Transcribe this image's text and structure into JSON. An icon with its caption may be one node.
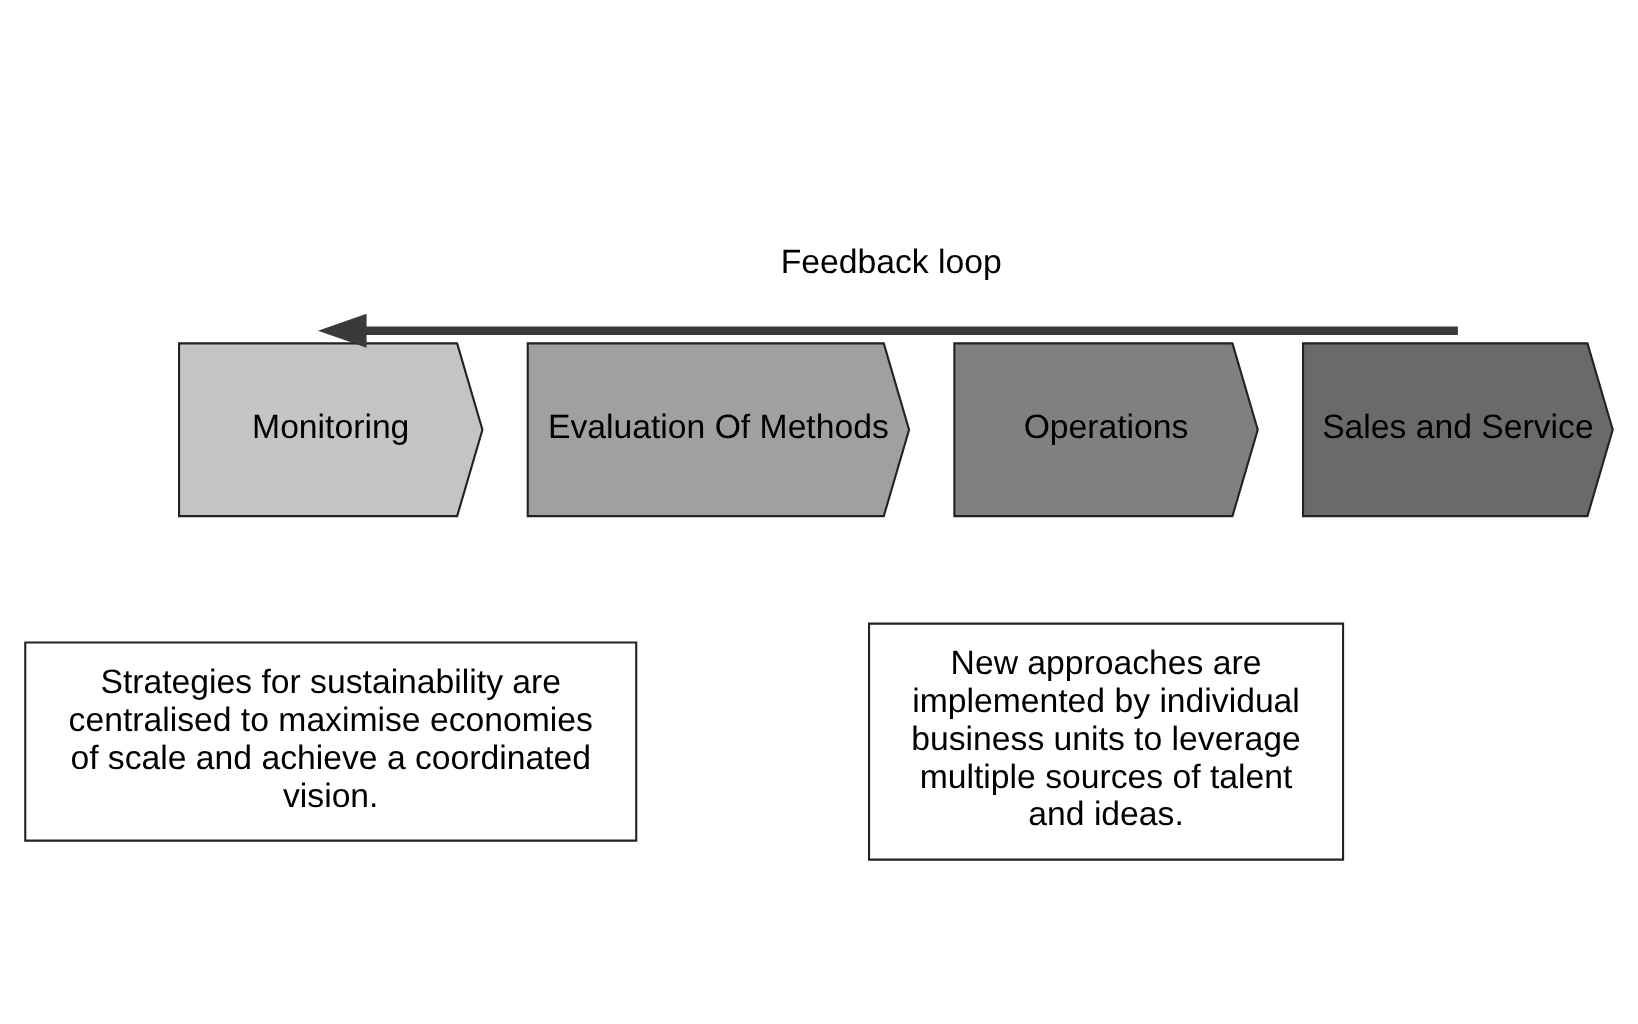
{
  "diagram": {
    "nodes": [
      {
        "text": [
          "Monitoring"
        ]
      },
      {
        "text": [
          "Evaluation Of Methods"
        ]
      },
      {
        "text": [
          "Operations"
        ]
      },
      {
        "text": [
          "Sales and Service"
        ]
      },
      {
        "text": [
          "Strategies for sustainability are centralised to maximise economies of scale and achieve a coordinated vision."
        ]
      },
      {
        "text": [
          "New approaches are implemented by individual business units to leverage multiple sources of talent and ideas."
        ]
      }
    ],
    "edges": [
      {
        "from": 3,
        "to": 0,
        "arrow": "to",
        "label": "Feedback loop",
        "color": "#3a3a3a"
      }
    ]
  }
}
